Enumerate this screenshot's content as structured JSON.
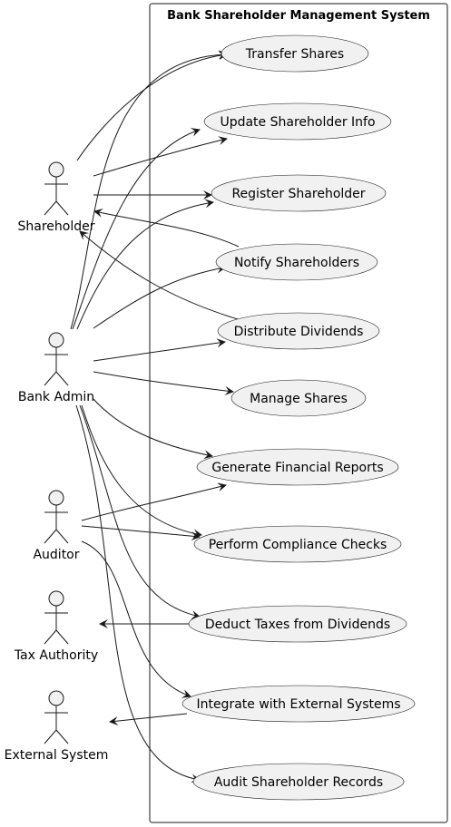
{
  "diagram": {
    "type": "use-case",
    "system_title": "Bank Shareholder Management System",
    "actors": [
      {
        "id": "shareholder",
        "label": "Shareholder"
      },
      {
        "id": "admin",
        "label": "Bank Admin"
      },
      {
        "id": "auditor",
        "label": "Auditor"
      },
      {
        "id": "tax",
        "label": "Tax Authority"
      },
      {
        "id": "external",
        "label": "External System"
      }
    ],
    "use_cases": [
      {
        "id": "transfer",
        "label": "Transfer Shares"
      },
      {
        "id": "update",
        "label": "Update Shareholder Info"
      },
      {
        "id": "register",
        "label": "Register Shareholder"
      },
      {
        "id": "notify",
        "label": "Notify Shareholders"
      },
      {
        "id": "distribute",
        "label": "Distribute Dividends"
      },
      {
        "id": "manage",
        "label": "Manage Shares"
      },
      {
        "id": "reports",
        "label": "Generate Financial Reports"
      },
      {
        "id": "compliance",
        "label": "Perform Compliance Checks"
      },
      {
        "id": "taxes",
        "label": "Deduct Taxes from Dividends"
      },
      {
        "id": "integrate",
        "label": "Integrate with External Systems"
      },
      {
        "id": "auditrec",
        "label": "Audit Shareholder Records"
      }
    ],
    "connections": [
      {
        "from": "shareholder",
        "to": "transfer"
      },
      {
        "from": "shareholder",
        "to": "update"
      },
      {
        "from": "shareholder",
        "to": "register"
      },
      {
        "from": "notify",
        "to": "shareholder"
      },
      {
        "from": "distribute",
        "to": "shareholder"
      },
      {
        "from": "admin",
        "to": "transfer"
      },
      {
        "from": "admin",
        "to": "update"
      },
      {
        "from": "admin",
        "to": "register"
      },
      {
        "from": "admin",
        "to": "notify"
      },
      {
        "from": "admin",
        "to": "distribute"
      },
      {
        "from": "admin",
        "to": "manage"
      },
      {
        "from": "admin",
        "to": "reports"
      },
      {
        "from": "admin",
        "to": "compliance"
      },
      {
        "from": "admin",
        "to": "taxes"
      },
      {
        "from": "admin",
        "to": "auditrec"
      },
      {
        "from": "auditor",
        "to": "reports"
      },
      {
        "from": "auditor",
        "to": "compliance"
      },
      {
        "from": "auditor",
        "to": "integrate"
      },
      {
        "from": "taxes",
        "to": "tax"
      },
      {
        "from": "integrate",
        "to": "external"
      }
    ],
    "colors": {
      "line": "#181818",
      "fill": "#f1f1f1",
      "text": "#000000",
      "background": "#ffffff"
    }
  }
}
